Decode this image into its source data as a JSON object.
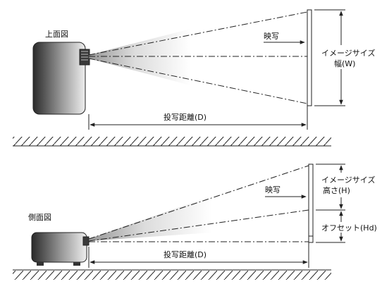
{
  "top_view": {
    "title": "上面図",
    "projected_image_label": "映写",
    "image_size_line1": "イメージサイズ",
    "image_size_line2": "幅(W)",
    "distance_label": "投写距離(D)"
  },
  "side_view": {
    "title": "側面図",
    "projected_image_label": "映写",
    "image_size_line1": "イメージサイズ",
    "image_size_line2": "高さ(H)",
    "offset_label": "オフセット(Hd)",
    "distance_label": "投写距離(D)"
  },
  "icons": {
    "projector": "projector-icon",
    "arrow": "arrow-icon"
  },
  "colors": {
    "line": "#222222",
    "beam_light": "#f2f2f2",
    "beam_dark": "#8a8a8a",
    "body_dark": "#2a2a2a",
    "body_light": "#e8e8e8"
  }
}
